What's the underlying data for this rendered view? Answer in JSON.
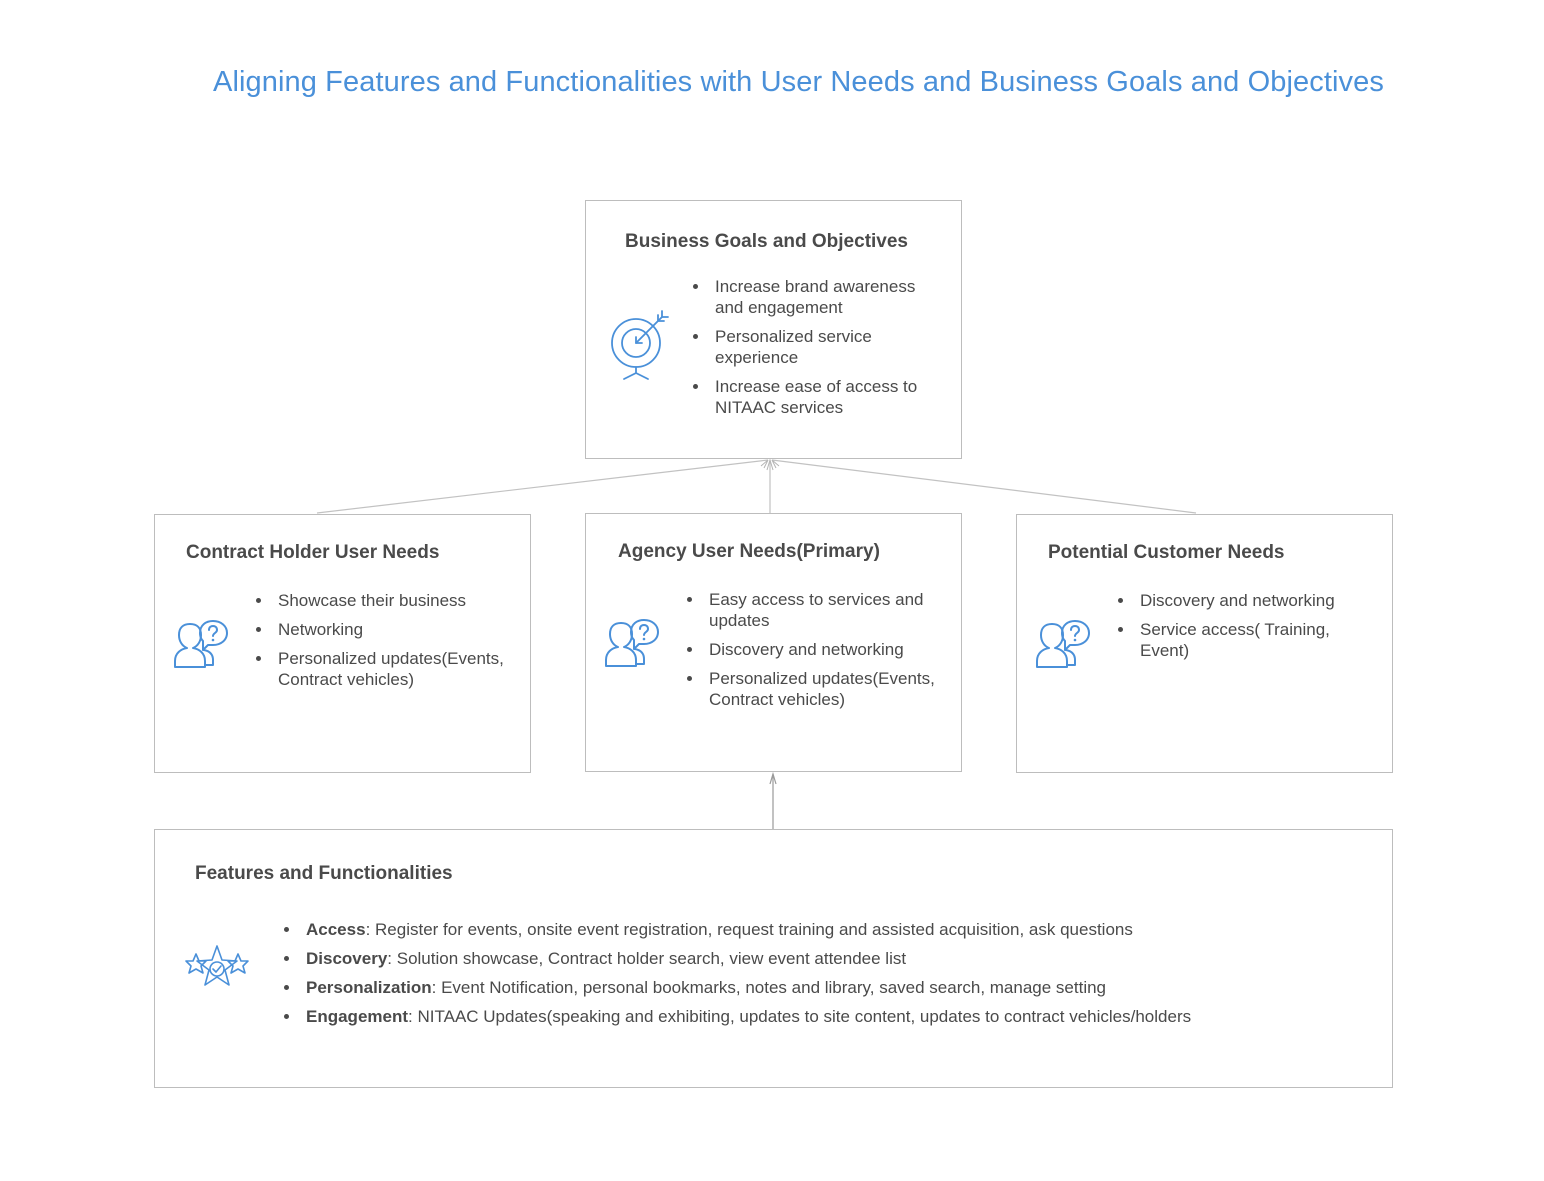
{
  "title": "Aligning Features and Functionalities with User Needs and Business Goals and Objectives",
  "accent_color": "#4a90d9",
  "business": {
    "title": "Business Goals and Objectives",
    "icon": "target-icon",
    "items": [
      "Increase brand awareness and engagement",
      "Personalized service experience",
      "Increase ease of access to NITAAC services"
    ]
  },
  "contract_holder": {
    "title": "Contract Holder User Needs",
    "icon": "users-question-icon",
    "items": [
      "Showcase their business",
      "Networking",
      "Personalized updates(Events, Contract vehicles)"
    ]
  },
  "agency": {
    "title": "Agency User Needs(Primary)",
    "icon": "users-question-icon",
    "items": [
      "Easy access to services and updates",
      "Discovery and networking",
      "Personalized updates(Events, Contract vehicles)"
    ]
  },
  "potential": {
    "title": "Potential Customer Needs",
    "icon": "users-question-icon",
    "items": [
      "Discovery and networking",
      "Service access( Training, Event)"
    ]
  },
  "features": {
    "title": "Features and Functionalities",
    "icon": "stars-badge-icon",
    "items": [
      {
        "key": "Access",
        "text": ": Register for events, onsite event registration, request training and assisted acquisition, ask questions"
      },
      {
        "key": "Discovery",
        "text": ": Solution showcase, Contract holder search, view event attendee list"
      },
      {
        "key": "Personalization",
        "text": ": Event Notification, personal bookmarks, notes and library, saved search, manage setting"
      },
      {
        "key": "Engagement",
        "text": ": NITAAC Updates(speaking and exhibiting, updates to site content, updates to contract vehicles/holders"
      }
    ]
  }
}
